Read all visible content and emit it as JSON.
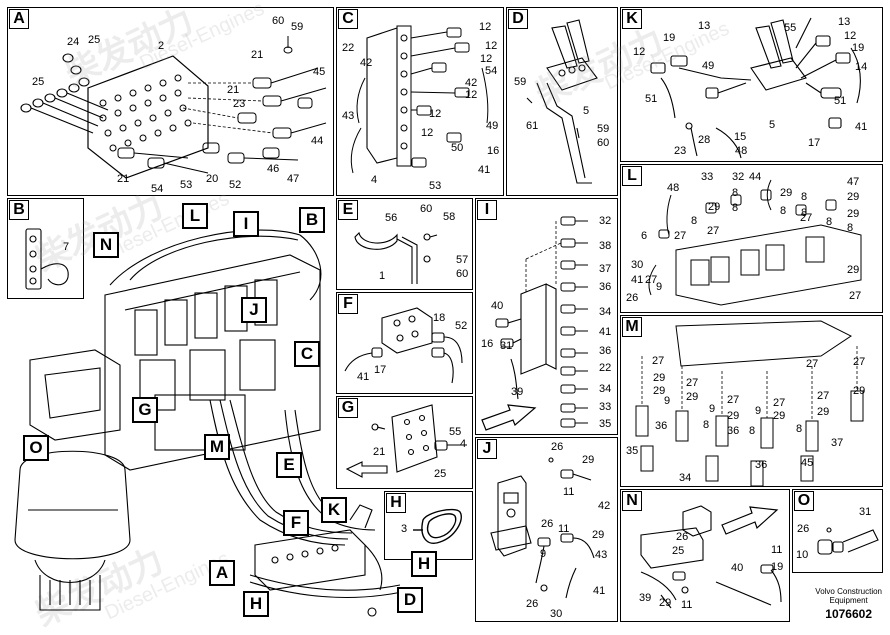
{
  "panels": {
    "A": {
      "label": "A",
      "numbers": [
        "60",
        "59",
        "24",
        "25",
        "2",
        "25",
        "21",
        "45",
        "21",
        "23",
        "44",
        "21",
        "54",
        "53",
        "20",
        "52",
        "46",
        "47"
      ]
    },
    "B": {
      "label": "B",
      "numbers": [
        "7"
      ]
    },
    "C": {
      "label": "C",
      "numbers": [
        "22",
        "42",
        "12",
        "12",
        "12",
        "54",
        "42",
        "12",
        "49",
        "12",
        "43",
        "50",
        "16",
        "12",
        "41",
        "4",
        "53"
      ]
    },
    "D": {
      "label": "D",
      "numbers": [
        "59",
        "61",
        "5",
        "59",
        "60"
      ]
    },
    "K": {
      "label": "K",
      "numbers": [
        "55",
        "13",
        "12",
        "19",
        "19",
        "12",
        "49",
        "13",
        "14",
        "51",
        "51",
        "28",
        "15",
        "5",
        "17",
        "41",
        "23",
        "48"
      ]
    },
    "E": {
      "label": "E",
      "numbers": [
        "56",
        "60",
        "58",
        "57",
        "1",
        "60"
      ]
    },
    "I": {
      "label": "I",
      "numbers": [
        "32",
        "38",
        "37",
        "36",
        "40",
        "34",
        "41",
        "16",
        "31",
        "36",
        "22",
        "39",
        "34",
        "33",
        "35"
      ]
    },
    "L": {
      "label": "L",
      "numbers": [
        "48",
        "33",
        "32",
        "44",
        "47",
        "8",
        "29",
        "8",
        "29",
        "29",
        "8",
        "8",
        "6",
        "27",
        "27",
        "29",
        "27",
        "8",
        "8",
        "8",
        "8",
        "29",
        "30",
        "41",
        "27",
        "9",
        "26",
        "27"
      ]
    },
    "F": {
      "label": "F",
      "numbers": [
        "18",
        "52",
        "41",
        "17"
      ]
    },
    "M": {
      "label": "M",
      "numbers": [
        "27",
        "27",
        "29",
        "27",
        "27",
        "29",
        "29",
        "29",
        "27",
        "29",
        "27",
        "27",
        "9",
        "9",
        "9",
        "29",
        "29",
        "36",
        "36",
        "37",
        "35",
        "36",
        "34",
        "45",
        "8",
        "8",
        "8"
      ]
    },
    "G": {
      "label": "G",
      "numbers": [
        "55",
        "21",
        "4",
        "25"
      ]
    },
    "J": {
      "label": "J",
      "numbers": [
        "26",
        "29",
        "11",
        "42",
        "26",
        "11",
        "29",
        "9",
        "43",
        "41",
        "26",
        "30"
      ]
    },
    "H": {
      "label": "H",
      "numbers": [
        "3"
      ]
    },
    "N": {
      "label": "N",
      "numbers": [
        "26",
        "25",
        "11",
        "40",
        "19",
        "39",
        "29",
        "11"
      ]
    },
    "O": {
      "label": "O",
      "numbers": [
        "26",
        "31",
        "10"
      ]
    }
  },
  "callouts": [
    "B",
    "L",
    "I",
    "B",
    "N",
    "J",
    "C",
    "G",
    "M",
    "E",
    "O",
    "K",
    "F",
    "A",
    "H",
    "H",
    "D"
  ],
  "footer": {
    "company_line1": "Volvo Construction",
    "company_line2": "Equipment",
    "part_number": "1076602"
  },
  "watermark": {
    "chinese": "柴发动力",
    "latin": "Diesel-Engines"
  }
}
